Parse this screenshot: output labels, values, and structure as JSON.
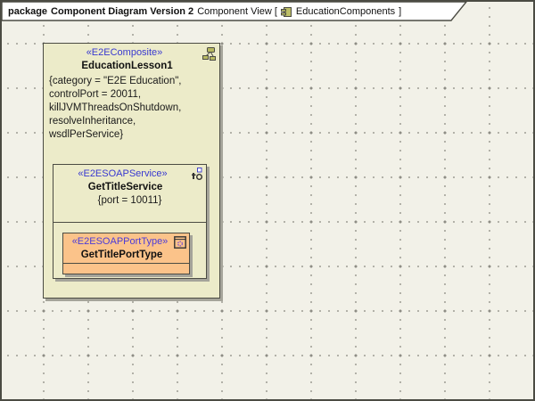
{
  "header": {
    "kind_label": "package",
    "diagram_title": "Component Diagram Version 2",
    "view_label": "Component View [",
    "diagram_name": "EducationComponents",
    "close_bracket": "]"
  },
  "composite": {
    "stereotype": "«E2EComposite»",
    "name": "EducationLesson1",
    "properties": [
      "{category = \"E2E Education\",",
      "controlPort = 20011,",
      "killJVMThreadsOnShutdown,",
      "resolveInheritance,",
      "wsdlPerService}"
    ]
  },
  "service": {
    "stereotype": "«E2ESOAPService»",
    "name": "GetTitleService",
    "port": "{port = 10011}"
  },
  "porttype": {
    "stereotype": "«E2ESOAPPortType»",
    "name": "GetTitlePortType"
  },
  "colors": {
    "canvas": "#F2F1E8",
    "node_fill": "#ECEBC9",
    "porttype_fill": "#FBC38A",
    "stereotype_blue": "#3838D0",
    "porttype_stereotype_blue": "#4B3BD8",
    "border": "#4B4B43",
    "shadow": "#A5A49A",
    "header_fill": "#FFFFFF"
  }
}
